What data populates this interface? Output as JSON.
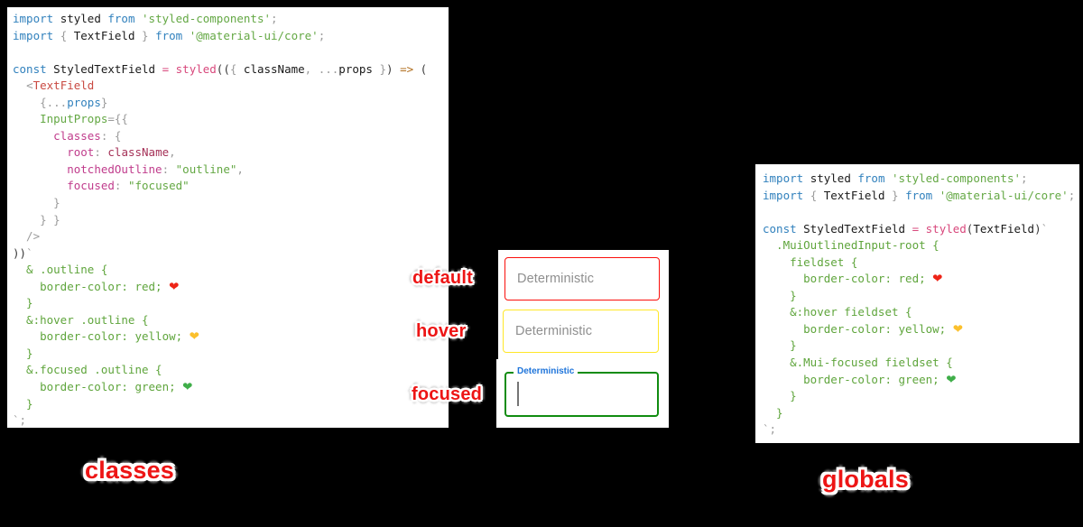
{
  "background": "#000000",
  "token_colors": {
    "kw": "#3181bd",
    "id": "#1a1a1a",
    "str": "#64a844",
    "css": "#5fa53c",
    "pink": "#d8487c",
    "jsx": "#c94a42",
    "prop": "#c03c8c",
    "prop2": "#a53157",
    "punct": "#9b9b9b",
    "arrow": "#b06d1c",
    "dark": "#3a3a3a",
    "hred": "#ee2417",
    "hyel": "#fbc02d",
    "hgrn": "#3fae49"
  },
  "panels": {
    "classes_code": {
      "lines": [
        [
          {
            "t": "import ",
            "c": "kw"
          },
          {
            "t": "styled ",
            "c": "id"
          },
          {
            "t": "from ",
            "c": "kw"
          },
          {
            "t": "'styled-components'",
            "c": "str"
          },
          {
            "t": ";",
            "c": "punct"
          }
        ],
        [
          {
            "t": "import ",
            "c": "kw"
          },
          {
            "t": "{ ",
            "c": "punct"
          },
          {
            "t": "TextField",
            "c": "id"
          },
          {
            "t": " } ",
            "c": "punct"
          },
          {
            "t": "from ",
            "c": "kw"
          },
          {
            "t": "'@material-ui/core'",
            "c": "str"
          },
          {
            "t": ";",
            "c": "punct"
          }
        ],
        [],
        [
          {
            "t": "const ",
            "c": "kw"
          },
          {
            "t": "StyledTextField ",
            "c": "id"
          },
          {
            "t": "= ",
            "c": "pink"
          },
          {
            "t": "styled",
            "c": "pink"
          },
          {
            "t": "((",
            "c": "dark"
          },
          {
            "t": "{ ",
            "c": "punct"
          },
          {
            "t": "className",
            "c": "id"
          },
          {
            "t": ", ",
            "c": "punct"
          },
          {
            "t": "...",
            "c": "punct"
          },
          {
            "t": "props",
            "c": "id"
          },
          {
            "t": " }",
            "c": "punct"
          },
          {
            "t": ") ",
            "c": "dark"
          },
          {
            "t": "=> ",
            "c": "arrow"
          },
          {
            "t": "(",
            "c": "dark"
          }
        ],
        [
          {
            "t": "  ",
            "c": "id"
          },
          {
            "t": "<",
            "c": "punct"
          },
          {
            "t": "TextField",
            "c": "jsx"
          }
        ],
        [
          {
            "t": "    ",
            "c": "id"
          },
          {
            "t": "{...",
            "c": "punct"
          },
          {
            "t": "props",
            "c": "kw"
          },
          {
            "t": "}",
            "c": "punct"
          }
        ],
        [
          {
            "t": "    ",
            "c": "id"
          },
          {
            "t": "InputProps",
            "c": "str"
          },
          {
            "t": "={{",
            "c": "punct"
          }
        ],
        [
          {
            "t": "      ",
            "c": "id"
          },
          {
            "t": "classes",
            "c": "prop"
          },
          {
            "t": ": {",
            "c": "punct"
          }
        ],
        [
          {
            "t": "        ",
            "c": "id"
          },
          {
            "t": "root",
            "c": "prop"
          },
          {
            "t": ": ",
            "c": "punct"
          },
          {
            "t": "className",
            "c": "prop2"
          },
          {
            "t": ",",
            "c": "punct"
          }
        ],
        [
          {
            "t": "        ",
            "c": "id"
          },
          {
            "t": "notchedOutline",
            "c": "prop"
          },
          {
            "t": ": ",
            "c": "punct"
          },
          {
            "t": "\"outline\"",
            "c": "str"
          },
          {
            "t": ",",
            "c": "punct"
          }
        ],
        [
          {
            "t": "        ",
            "c": "id"
          },
          {
            "t": "focused",
            "c": "prop"
          },
          {
            "t": ": ",
            "c": "punct"
          },
          {
            "t": "\"focused\"",
            "c": "str"
          }
        ],
        [
          {
            "t": "      }",
            "c": "punct"
          }
        ],
        [
          {
            "t": "    } }",
            "c": "punct"
          }
        ],
        [
          {
            "t": "  />",
            "c": "punct"
          }
        ],
        [
          {
            "t": "))",
            "c": "dark"
          },
          {
            "t": "`",
            "c": "punct"
          }
        ],
        [
          {
            "t": "  & .outline {",
            "c": "css"
          }
        ],
        [
          {
            "t": "    border-color: red; ",
            "c": "css"
          },
          {
            "t": "❤",
            "c": "hred"
          }
        ],
        [
          {
            "t": "  }",
            "c": "css"
          }
        ],
        [
          {
            "t": "  &:hover .outline {",
            "c": "css"
          }
        ],
        [
          {
            "t": "    border-color: yellow; ",
            "c": "css"
          },
          {
            "t": "❤",
            "c": "hyel"
          }
        ],
        [
          {
            "t": "  }",
            "c": "css"
          }
        ],
        [
          {
            "t": "  &.focused .outline {",
            "c": "css"
          }
        ],
        [
          {
            "t": "    border-color: green; ",
            "c": "css"
          },
          {
            "t": "❤",
            "c": "hgrn"
          }
        ],
        [
          {
            "t": "  }",
            "c": "css"
          }
        ],
        [
          {
            "t": "`;",
            "c": "punct"
          }
        ]
      ]
    },
    "globals_code": {
      "lines": [
        [
          {
            "t": "import ",
            "c": "kw"
          },
          {
            "t": "styled ",
            "c": "id"
          },
          {
            "t": "from ",
            "c": "kw"
          },
          {
            "t": "'styled-components'",
            "c": "str"
          },
          {
            "t": ";",
            "c": "punct"
          }
        ],
        [
          {
            "t": "import ",
            "c": "kw"
          },
          {
            "t": "{ ",
            "c": "punct"
          },
          {
            "t": "TextField",
            "c": "id"
          },
          {
            "t": " } ",
            "c": "punct"
          },
          {
            "t": "from ",
            "c": "kw"
          },
          {
            "t": "'@material-ui/core'",
            "c": "str"
          },
          {
            "t": ";",
            "c": "punct"
          }
        ],
        [],
        [
          {
            "t": "const ",
            "c": "kw"
          },
          {
            "t": "StyledTextField ",
            "c": "id"
          },
          {
            "t": "= ",
            "c": "pink"
          },
          {
            "t": "styled",
            "c": "pink"
          },
          {
            "t": "(",
            "c": "dark"
          },
          {
            "t": "TextField",
            "c": "id"
          },
          {
            "t": ")",
            "c": "dark"
          },
          {
            "t": "`",
            "c": "punct"
          }
        ],
        [
          {
            "t": "  .MuiOutlinedInput-root {",
            "c": "css"
          }
        ],
        [
          {
            "t": "    fieldset {",
            "c": "css"
          }
        ],
        [
          {
            "t": "      border-color: red; ",
            "c": "css"
          },
          {
            "t": "❤",
            "c": "hred"
          }
        ],
        [
          {
            "t": "    }",
            "c": "css"
          }
        ],
        [
          {
            "t": "    &:hover fieldset {",
            "c": "css"
          }
        ],
        [
          {
            "t": "      border-color: yellow; ",
            "c": "css"
          },
          {
            "t": "❤",
            "c": "hyel"
          }
        ],
        [
          {
            "t": "    }",
            "c": "css"
          }
        ],
        [
          {
            "t": "    &.Mui-focused fieldset {",
            "c": "css"
          }
        ],
        [
          {
            "t": "      border-color: green; ",
            "c": "css"
          },
          {
            "t": "❤",
            "c": "hgrn"
          }
        ],
        [
          {
            "t": "    }",
            "c": "css"
          }
        ],
        [
          {
            "t": "  }",
            "c": "css"
          }
        ],
        [
          {
            "t": "`;",
            "c": "punct"
          }
        ]
      ]
    }
  },
  "fields": {
    "default": {
      "placeholder": "Deterministic",
      "border": "#fa100c"
    },
    "hover": {
      "placeholder": "Deterministic",
      "border": "#ffe728"
    },
    "focused": {
      "label": "Deterministic",
      "border": "#108c10",
      "label_color": "#1e74da",
      "cursor_color": "#757575"
    }
  },
  "labels": {
    "default": "default",
    "hover": "hover",
    "focused": "focused",
    "classes": "classes",
    "globals": "globals"
  }
}
